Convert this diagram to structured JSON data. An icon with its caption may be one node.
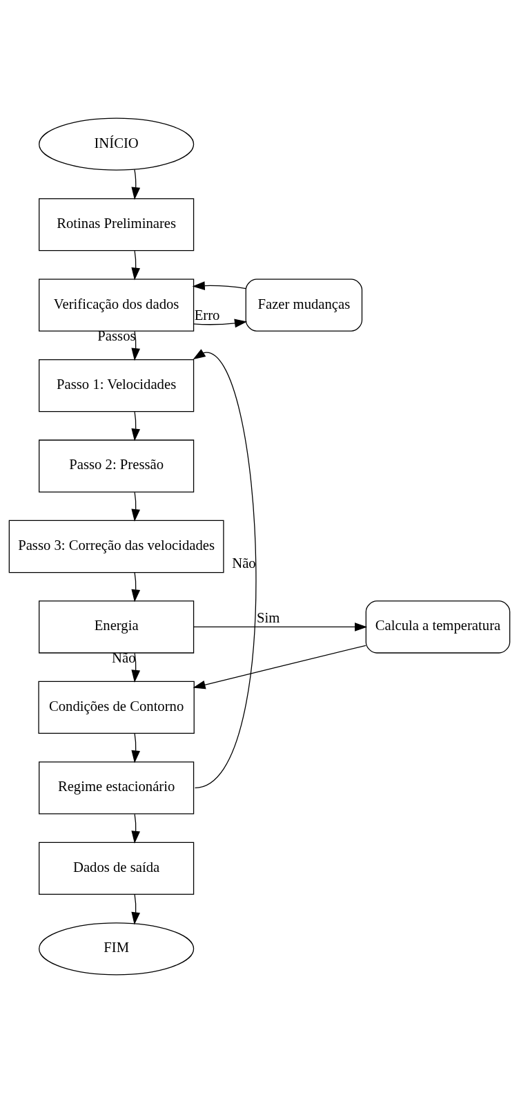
{
  "diagram": {
    "nodes": [
      {
        "text": [
          "INÍCIO"
        ]
      },
      {
        "text": [
          "Rotinas Preliminares"
        ]
      },
      {
        "text": [
          "Verificação dos dados"
        ]
      },
      {
        "text": [
          "Fazer mudanças"
        ]
      },
      {
        "text": [
          "Passo 1: Velocidades"
        ]
      },
      {
        "text": [
          "Passo 2: Pressão"
        ]
      },
      {
        "text": [
          "Passo 3: Correção das velocidades"
        ]
      },
      {
        "text": [
          "Energia"
        ]
      },
      {
        "text": [
          "Calcula a temperatura"
        ]
      },
      {
        "text": [
          "Condições de Contorno"
        ]
      },
      {
        "text": [
          "Regime estacionário"
        ]
      },
      {
        "text": [
          "Dados de saída"
        ]
      },
      {
        "text": [
          "FIM"
        ]
      }
    ],
    "edges": [
      {
        "from": 0,
        "to": 1,
        "arrow": "to"
      },
      {
        "from": 1,
        "to": 2,
        "arrow": "to"
      },
      {
        "from": 2,
        "to": 3,
        "arrow": "to",
        "label": "Erro"
      },
      {
        "from": 3,
        "to": 2,
        "arrow": "to"
      },
      {
        "from": 2,
        "to": 4,
        "arrow": "to",
        "label": "Passos"
      },
      {
        "from": 4,
        "to": 5,
        "arrow": "to"
      },
      {
        "from": 5,
        "to": 6,
        "arrow": "to"
      },
      {
        "from": 6,
        "to": 7,
        "arrow": "to"
      },
      {
        "from": 7,
        "to": 8,
        "arrow": "to",
        "label": "Sim"
      },
      {
        "from": 8,
        "to": 9,
        "arrow": "to"
      },
      {
        "from": 7,
        "to": 9,
        "arrow": "to",
        "label": "Não"
      },
      {
        "from": 9,
        "to": 10,
        "arrow": "to"
      },
      {
        "from": 10,
        "to": 11,
        "arrow": "to"
      },
      {
        "from": 11,
        "to": 12,
        "arrow": "to"
      },
      {
        "from": 10,
        "to": 4,
        "arrow": "to",
        "label": "Não"
      }
    ]
  }
}
